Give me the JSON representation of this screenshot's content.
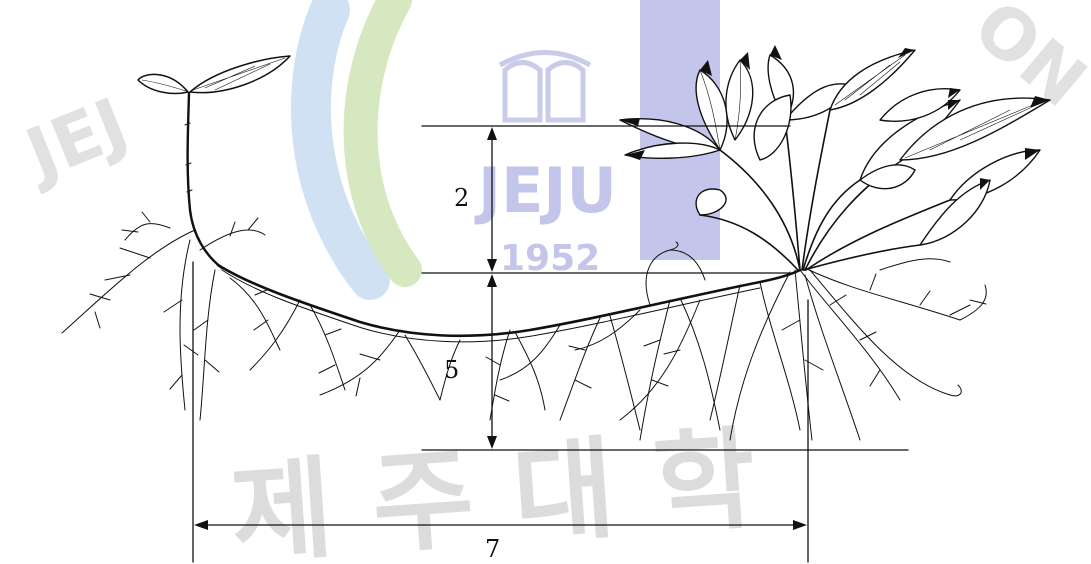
{
  "diagram": {
    "dimension_labels": {
      "upper": "2",
      "lower": "5",
      "bottom": "7"
    }
  },
  "watermark": {
    "text": "JEJU",
    "year": "1952",
    "korean": "제주대학"
  },
  "colors": {
    "ink": "#111111",
    "watermark_blue": "#c7dcf0",
    "watermark_green": "#cfe3b4",
    "watermark_navy": "#b9bde8",
    "watermark_gray": "#d8d8d8"
  }
}
